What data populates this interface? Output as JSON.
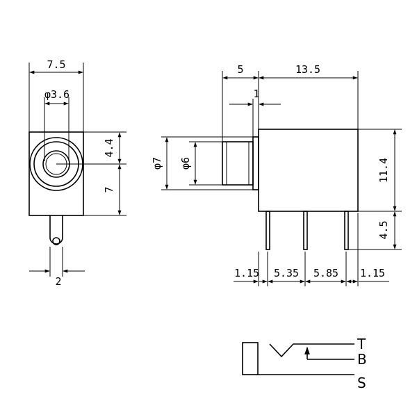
{
  "front_view": {
    "width_label": "7.5",
    "hole_dia_label": "φ3.6",
    "hole_offset_label": "4.4",
    "height_label": "7",
    "pin_width_label": "2"
  },
  "side_view": {
    "barrel_length_label": "5",
    "body_length_label": "13.5",
    "flange_label": "1",
    "outer_dia_label": "φ7",
    "inner_dia_label": "φ6",
    "body_height_label": "11.4",
    "pin_length_label": "4.5",
    "pitch_labels": [
      "1.15",
      "5.35",
      "5.85",
      "1.15"
    ]
  },
  "schematic": {
    "terminal_t": "T",
    "terminal_b": "B",
    "terminal_s": "S"
  }
}
